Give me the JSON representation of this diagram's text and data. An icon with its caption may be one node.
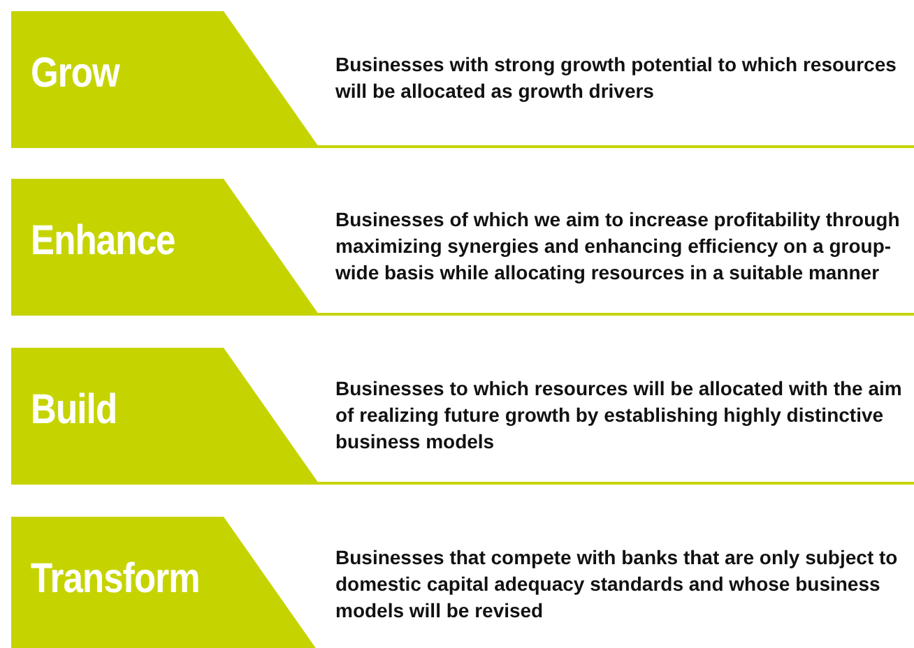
{
  "diagram": {
    "nodes": [
      {
        "text": [
          "Grow"
        ],
        "beside": [
          "Businesses with strong growth potential to which resources will be allocated as growth drivers"
        ]
      },
      {
        "text": [
          "Enhance"
        ],
        "beside": [
          "Businesses of which we aim to increase profitability through maximizing synergies and enhancing efficiency on a group-wide basis while allocating resources in a suitable manner"
        ]
      },
      {
        "text": [
          "Build"
        ],
        "beside": [
          "Businesses to which resources will be allocated with the aim of realizing future growth by establishing highly distinctive business models"
        ]
      },
      {
        "text": [
          "Transform"
        ],
        "beside": [
          "Businesses that compete with banks that are only subject to domestic capital adequacy standards and whose business models will be revised"
        ]
      }
    ]
  }
}
